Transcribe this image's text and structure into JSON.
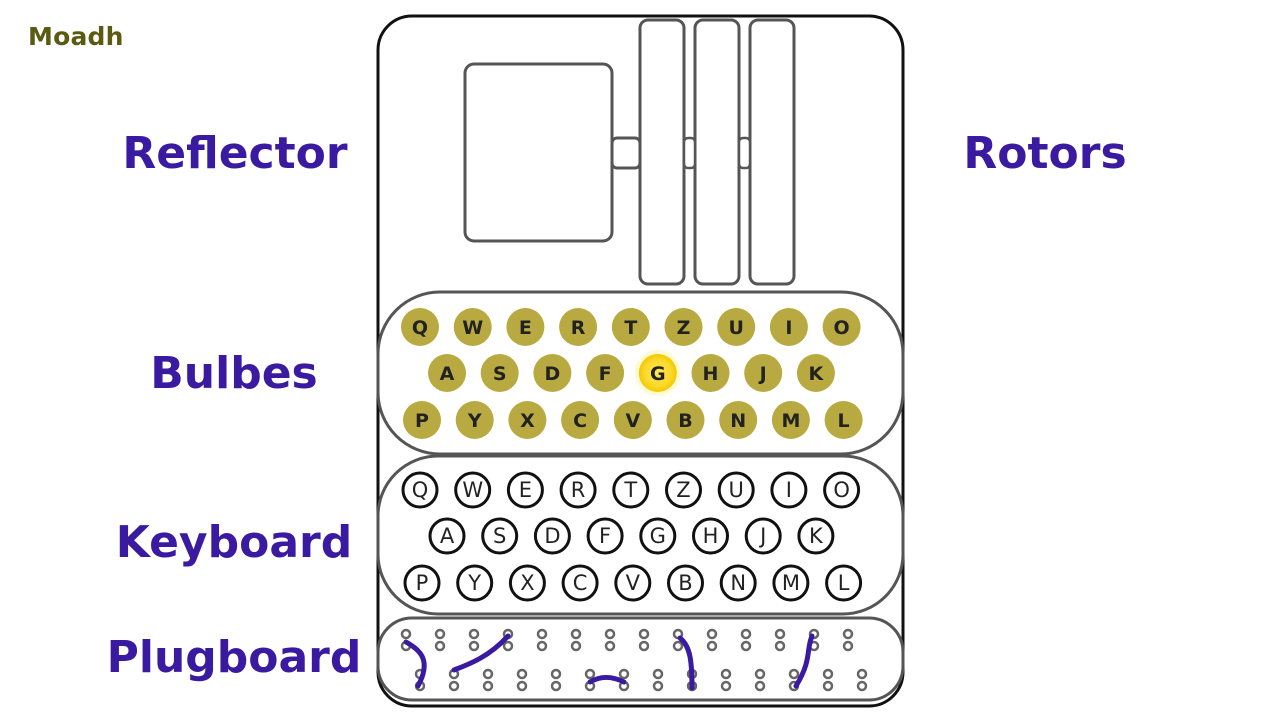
{
  "watermark": "Moadh",
  "labels": {
    "reflector": "Reflector",
    "rotors": "Rotors",
    "bulbs": "Bulbes",
    "keyboard": "Keyboard",
    "plugboard": "Plugboard"
  },
  "colors": {
    "label": "#3a1aa0",
    "watermark": "#5b5a12",
    "bulb_off": "#b8aa40",
    "bulb_lit": "#fbd92a",
    "outline": "#555555",
    "plug_cable": "#3a1aa0"
  },
  "bulbs": {
    "rows": [
      [
        "Q",
        "W",
        "E",
        "R",
        "T",
        "Z",
        "U",
        "I",
        "O"
      ],
      [
        "A",
        "S",
        "D",
        "F",
        "G",
        "H",
        "J",
        "K"
      ],
      [
        "P",
        "Y",
        "X",
        "C",
        "V",
        "B",
        "N",
        "M",
        "L"
      ]
    ],
    "lit": "G"
  },
  "keyboard": {
    "rows": [
      [
        "Q",
        "W",
        "E",
        "R",
        "T",
        "Z",
        "U",
        "I",
        "O"
      ],
      [
        "A",
        "S",
        "D",
        "F",
        "G",
        "H",
        "J",
        "K"
      ],
      [
        "P",
        "Y",
        "X",
        "C",
        "V",
        "B",
        "N",
        "M",
        "L"
      ]
    ]
  }
}
